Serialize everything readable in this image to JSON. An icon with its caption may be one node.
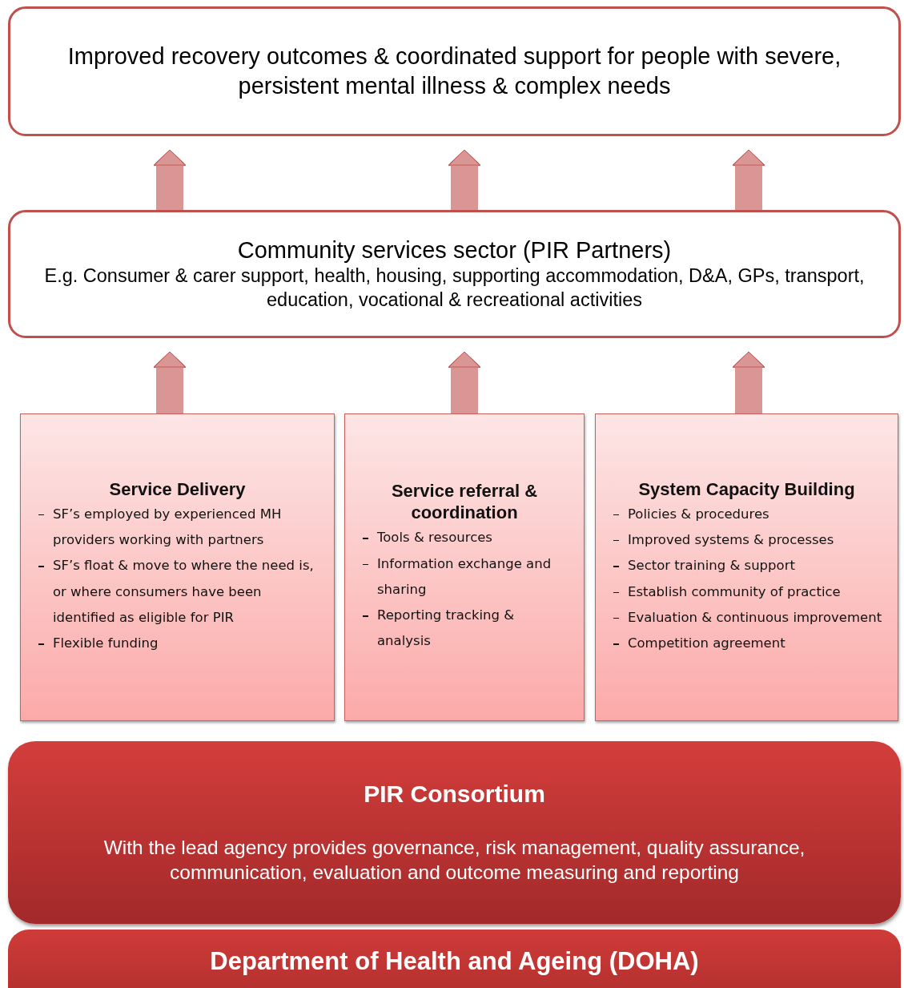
{
  "diagram": {
    "nodes": [
      {
        "text": [
          "Improved recovery outcomes & coordinated support for people with severe, persistent mental illness & complex needs"
        ]
      },
      {
        "text": [
          "Community services sector (PIR Partners)",
          "E.g. Consumer & carer support, health, housing, supporting accommodation, D&A, GPs, transport, education, vocational & recreational activities"
        ]
      },
      {
        "text": [
          "Service Delivery",
          "SF’s employed by experienced MH providers working with partners",
          "SF’s float & move to where the need is, or where consumers have been identified as eligible for PIR",
          "Flexible funding"
        ]
      },
      {
        "text": [
          "Service referral & coordination",
          "Tools & resources",
          "Information exchange and sharing",
          "Reporting tracking & analysis"
        ]
      },
      {
        "text": [
          "System Capacity Building",
          "Policies & procedures",
          "Improved systems & processes",
          "Sector training & support",
          "Establish community of practice",
          "Evaluation & continuous improvement",
          "Competition agreement"
        ]
      },
      {
        "text": [
          "PIR Consortium",
          "With the lead agency provides governance, risk management, quality assurance, communication, evaluation and outcome measuring and reporting"
        ]
      },
      {
        "text": [
          "Department of Health and Ageing (DOHA)"
        ]
      }
    ],
    "edges": [
      {
        "from": 1,
        "to": 0,
        "arrow": "to"
      },
      {
        "from": 1,
        "to": 0,
        "arrow": "to"
      },
      {
        "from": 1,
        "to": 0,
        "arrow": "to"
      },
      {
        "from": 2,
        "to": 1,
        "arrow": "to"
      },
      {
        "from": 3,
        "to": 1,
        "arrow": "to"
      },
      {
        "from": 4,
        "to": 1,
        "arrow": "to"
      }
    ]
  }
}
